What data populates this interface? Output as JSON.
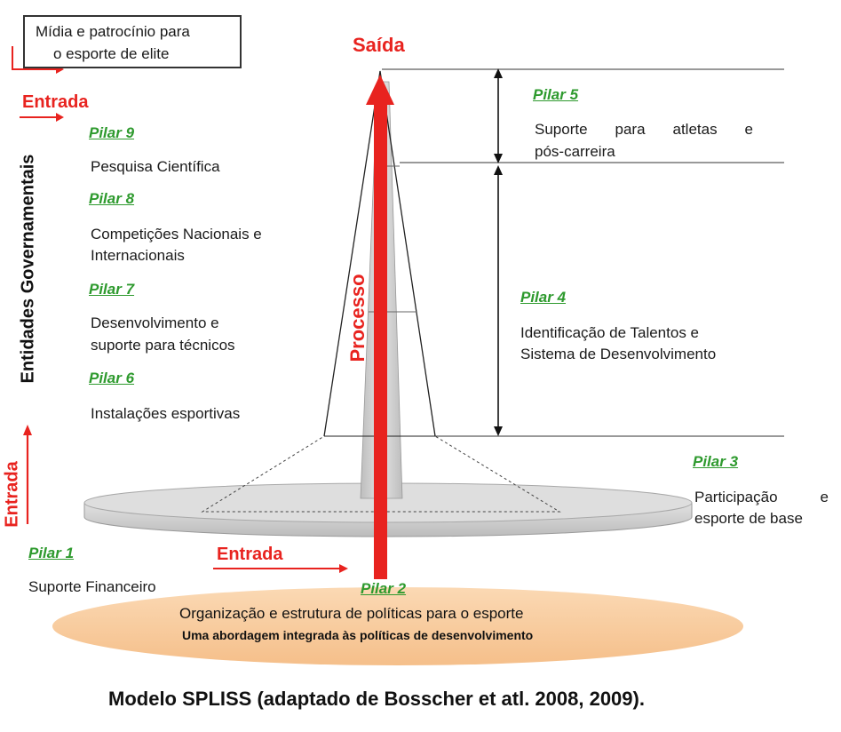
{
  "top_box": {
    "line1": "Mídia e patrocínio para",
    "line2": "o esporte de elite"
  },
  "labels": {
    "saida": "Saída",
    "entrada_top": "Entrada",
    "entrada_side": "Entrada",
    "entrada_bottom": "Entrada",
    "processo": "Processo",
    "entidades": "Entidades Governamentais"
  },
  "pillars": {
    "p1": {
      "title": "Pilar 1",
      "text": "Suporte Financeiro"
    },
    "p2": {
      "title": "Pilar 2",
      "text": "Organização e estrutura de políticas para o esporte",
      "subtext": "Uma abordagem integrada às políticas de desenvolvimento"
    },
    "p3": {
      "title": "Pilar 3",
      "line1": "Participação e",
      "line2": "esporte de base"
    },
    "p4": {
      "title": "Pilar 4",
      "line1": "Identificação de Talentos e",
      "line2": "Sistema de Desenvolvimento"
    },
    "p5": {
      "title": "Pilar 5",
      "line1": "Suporte para atletas e",
      "line2": "pós-carreira"
    },
    "p6": {
      "title": "Pilar 6",
      "text": "Instalações esportivas"
    },
    "p7": {
      "title": "Pilar 7",
      "line1": "Desenvolvimento e",
      "line2": "suporte para técnicos"
    },
    "p8": {
      "title": "Pilar 8",
      "line1": "Competições Nacionais e",
      "line2": "Internacionais"
    },
    "p9": {
      "title": "Pilar 9",
      "text": "Pesquisa Científica"
    }
  },
  "caption": "Modelo SPLISS  (adaptado de  Bosscher et atl. 2008, 2009).",
  "colors": {
    "red": "#e8231f",
    "green": "#2e9a2e",
    "ellipse": "#f8c99a",
    "disc": "#d4d4d4",
    "spire": "#cfcfcf"
  }
}
